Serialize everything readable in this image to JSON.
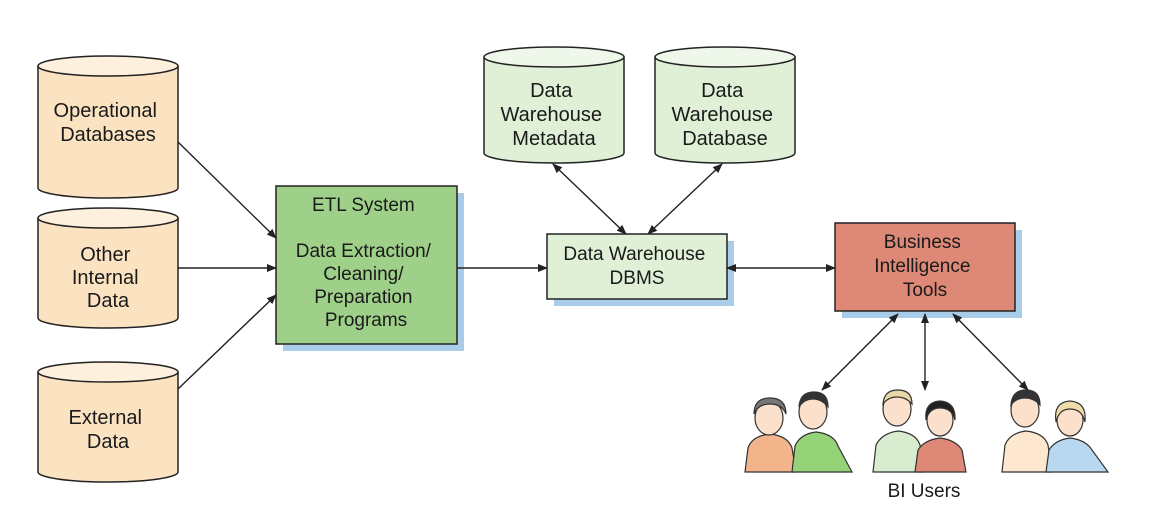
{
  "sources": [
    {
      "lines": [
        "Operational",
        "Databases"
      ]
    },
    {
      "lines": [
        "Other",
        "Internal",
        "Data"
      ]
    },
    {
      "lines": [
        "External",
        "Data"
      ]
    }
  ],
  "etl": {
    "lines": [
      "ETL System",
      "",
      "Data Extraction/",
      "Cleaning/",
      "Preparation",
      "Programs"
    ]
  },
  "stores": [
    {
      "lines": [
        "Data",
        "Warehouse",
        "Metadata"
      ]
    },
    {
      "lines": [
        "Data",
        "Warehouse",
        "Database"
      ]
    }
  ],
  "dbms": {
    "lines": [
      "Data Warehouse",
      "DBMS"
    ]
  },
  "bi_tools": {
    "lines": [
      "Business",
      "Intelligence",
      "Tools"
    ]
  },
  "users_label": "BI Users",
  "colors": {
    "source_fill": "#fbe3c2",
    "etl_fill": "#9fd08a",
    "store_fill": "#dff0d6",
    "dbms_fill": "#dff0d6",
    "bi_fill": "#de8977",
    "shadow": "#a9cde8",
    "outline": "#222222"
  }
}
